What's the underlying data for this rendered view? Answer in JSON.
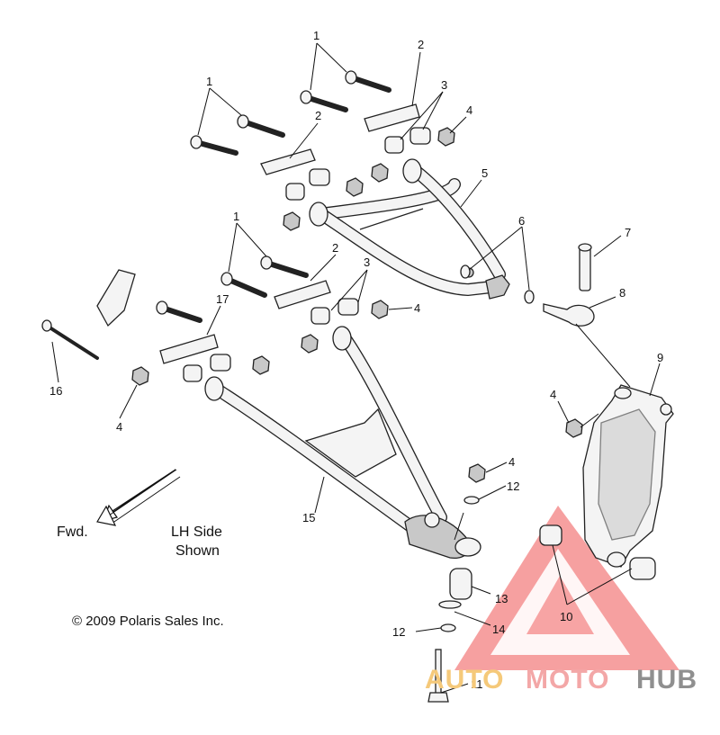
{
  "diagram": {
    "callouts": {
      "c1a": "1",
      "c1b": "1",
      "c1c": "1",
      "c2a": "2",
      "c2b": "2",
      "c2c": "2",
      "c3a": "3",
      "c3b": "3",
      "c4a": "4",
      "c4b": "4",
      "c4c": "4",
      "c4d": "4",
      "c4e": "4",
      "c5": "5",
      "c6": "6",
      "c7": "7",
      "c8": "8",
      "c9": "9",
      "c10": "10",
      "c11": "11",
      "c12a": "12",
      "c12b": "12",
      "c13": "13",
      "c14": "14",
      "c15": "15",
      "c16": "16",
      "c17": "17"
    },
    "direction_label": "Fwd.",
    "side_note_line1": "LH Side",
    "side_note_line2": "Shown",
    "copyright": "© 2009 Polaris Sales Inc."
  },
  "watermark": {
    "part1": "AUTO",
    "part2": "MOTO",
    "part3": "HUB",
    "colors": {
      "triangle": "#f26b6b",
      "auto": "#f5c97a",
      "moto": "#f3a7a7",
      "hub": "#8f8f8f"
    }
  }
}
